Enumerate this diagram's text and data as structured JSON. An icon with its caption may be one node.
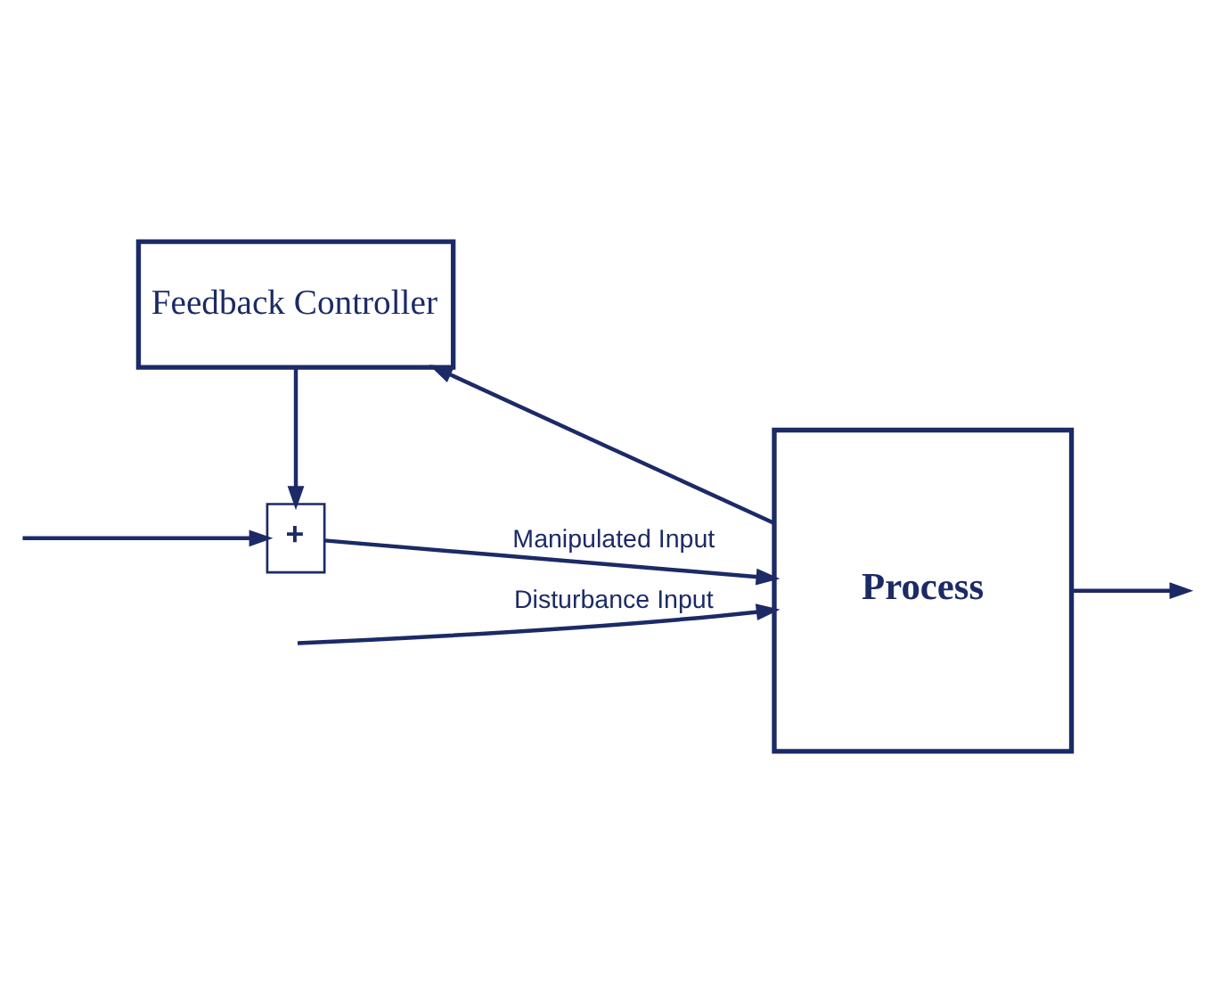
{
  "diagram": {
    "nodes": [
      {
        "text": [
          "Feedback Controller"
        ]
      },
      {
        "text": [
          "+"
        ]
      },
      {
        "text": [
          "Process"
        ]
      }
    ],
    "edges": [
      {
        "from": 0,
        "to": 1,
        "arrow": "to"
      },
      {
        "from": 1,
        "to": 2,
        "arrow": "to",
        "label": "Manipulated Input"
      },
      {
        "from": null,
        "to": 2,
        "arrow": "to",
        "label": "Disturbance Input"
      },
      {
        "from": null,
        "to": 1,
        "arrow": "to"
      },
      {
        "from": 2,
        "to": null,
        "arrow": "to"
      },
      {
        "from": 2,
        "to": 0,
        "arrow": "to"
      }
    ]
  }
}
